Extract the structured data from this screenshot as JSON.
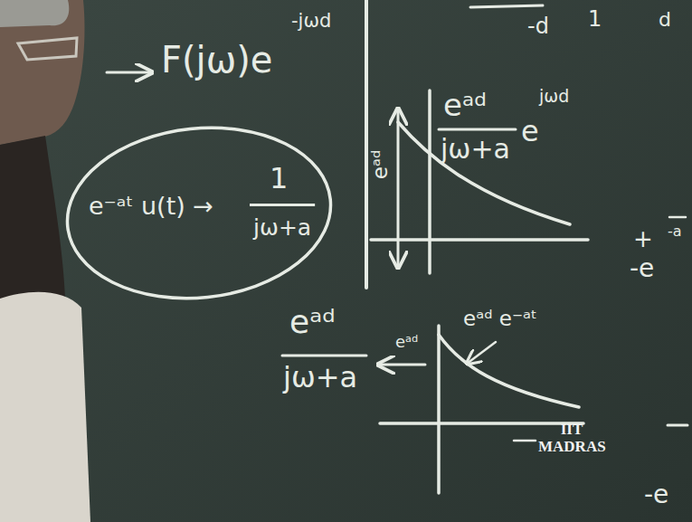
{
  "diagram": {
    "nodes": [
      {
        "text": [
          "e⁻ᵃᵗ u(t) →",
          "1",
          "jω+a"
        ]
      }
    ],
    "labels": [
      "F(jω)e",
      "-jωd",
      "eᵃᵈ",
      "jω+a",
      "e",
      "jωd",
      "eᵃᵈ",
      "eᵃᵈ",
      "jω+a",
      "eᵃᵈ",
      "eᵃᵈ e⁻ᵃᵗ",
      "-d",
      "1",
      "d",
      "+",
      "-e",
      "-a",
      "-e",
      "IIT MADRAS"
    ]
  }
}
